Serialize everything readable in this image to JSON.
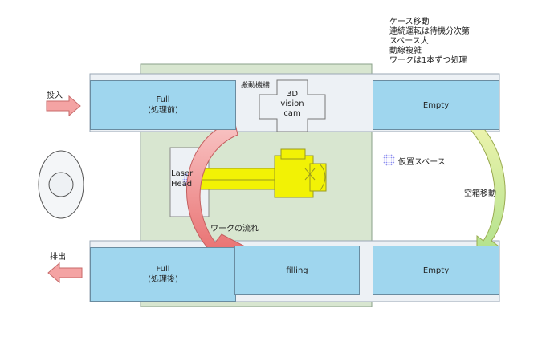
{
  "notes": [
    "ケース移動",
    "連続運転は待機分次第",
    "スペース大",
    "動線複雑",
    "ワークは1本ずつ処理"
  ],
  "labels": {
    "input": "投入",
    "output": "排出",
    "full_top": "Full",
    "full_top_sub": "(処理前)",
    "full_bottom": "Full",
    "full_bottom_sub": "(処理後)",
    "empty_top": "Empty",
    "empty_bottom": "Empty",
    "filling": "filling",
    "vision": "3D",
    "vision_sub": "vision",
    "vision_sub2": "cam",
    "vision_mechanism": "搬動機構",
    "laser": "Laser",
    "laser_sub": "Head",
    "temp_space": "仮置スペース",
    "empty_case_move": "空箱移動",
    "work_flow": "ワークの流れ"
  },
  "colors": {
    "area": "#d8e6d0",
    "lane": "#edf1f5",
    "box": "#9fd6ee",
    "robot": "#f2f205",
    "flow_arrow": "#f4a3a3",
    "empty_arrow": "#e8f08a",
    "dots": "#8d8ff0"
  }
}
